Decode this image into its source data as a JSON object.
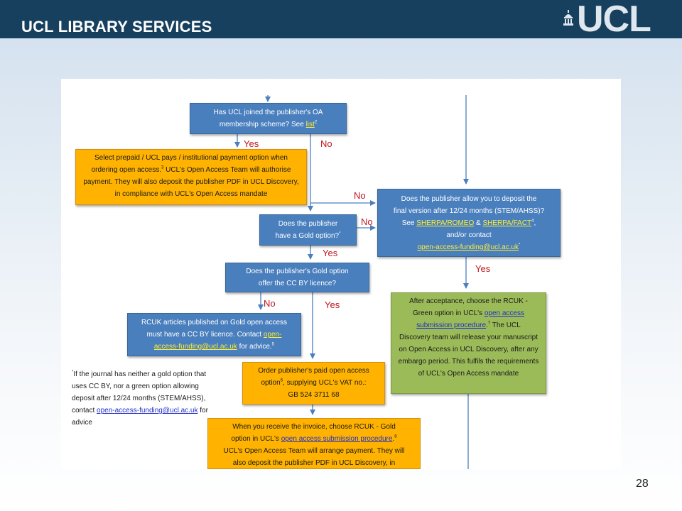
{
  "header": {
    "title": "UCL LIBRARY SERVICES",
    "logo_text": "UCL"
  },
  "colors": {
    "header": "#17405f",
    "blue_box": "#4a7fbe",
    "orange_box": "#ffb300",
    "green_box": "#9bbb59",
    "label_red": "#c0141c",
    "link_yellow": "#ffee33",
    "link_blue": "#1f2fc7"
  },
  "page_number": "28",
  "boxes": {
    "q_membership": {
      "lines": [
        "Has UCL joined the publisher's OA",
        "membership scheme? See "
      ],
      "link": "list",
      "note": "2"
    },
    "a_prepaid": {
      "text": "Select prepaid / UCL pays / institutional payment option when ordering open access.",
      "note": "3",
      "text2": " UCL's Open Access Team will authorise payment.  They will also deposit the publisher PDF in UCL Discovery, in compliance with UCL's Open Access mandate"
    },
    "q_gold": {
      "line1": "Does the publisher",
      "line2": "have a Gold option?",
      "note": "*"
    },
    "q_deposit": {
      "line1": "Does the publisher allow you to deposit the",
      "line2": "final version after 12/24 months (STEM/AHSS)?",
      "line3_pre": "See ",
      "link1": "SHERPA/ROMEO",
      "amp": " & ",
      "link2": "SHERPA/FACT",
      "note": "4",
      "line4": "and/or contact",
      "email": "open-access-funding@ucl.ac.uk",
      "note2": "*"
    },
    "q_ccby": {
      "line1": "Does the publisher's Gold option",
      "line2": "offer the CC BY licence?"
    },
    "a_rcuk": {
      "line1": "RCUK articles published on Gold open access",
      "line2_pre": "must have a CC BY licence.  Contact ",
      "email_a": "open-",
      "email_b": "access-funding@ucl.ac.uk",
      "line3_post": " for advice.",
      "note": "5"
    },
    "a_green": {
      "line1": "After acceptance, choose the RCUK -",
      "line2_pre": "Green option in UCL's ",
      "link_a": "open access",
      "link_b": "submission procedure",
      "note": "7",
      "line3_post": " The UCL",
      "rest": "Discovery team will release your manuscript on Open Access in UCL Discovery, after any embargo period. This fulfils the requirements of UCL's Open Access mandate"
    },
    "a_order": {
      "line1": "Order publisher's paid open access",
      "line2_pre": "option",
      "note": "6",
      "line2_post": ", supplying  UCL's VAT no.:",
      "line3": "GB 524 3711 68"
    },
    "a_invoice": {
      "line1": "When you receive the invoice, choose RCUK - Gold",
      "line2_pre": "option in  UCL's ",
      "link": "open access submission procedure",
      "note": "8",
      "line3": "UCL's Open Access Team will arrange payment.  They will",
      "line4": "also deposit the publisher PDF in UCL Discovery, in"
    }
  },
  "labels": {
    "yes": "Yes",
    "no": "No"
  },
  "footnote": {
    "marker": "*",
    "text": "If the journal has neither a gold option that uses CC BY, nor a green option allowing deposit after 12/24 months (STEM/AHSS), contact ",
    "email_a": "open-",
    "email_b": "access-funding@ucl.ac.uk",
    "tail": " for advice"
  }
}
